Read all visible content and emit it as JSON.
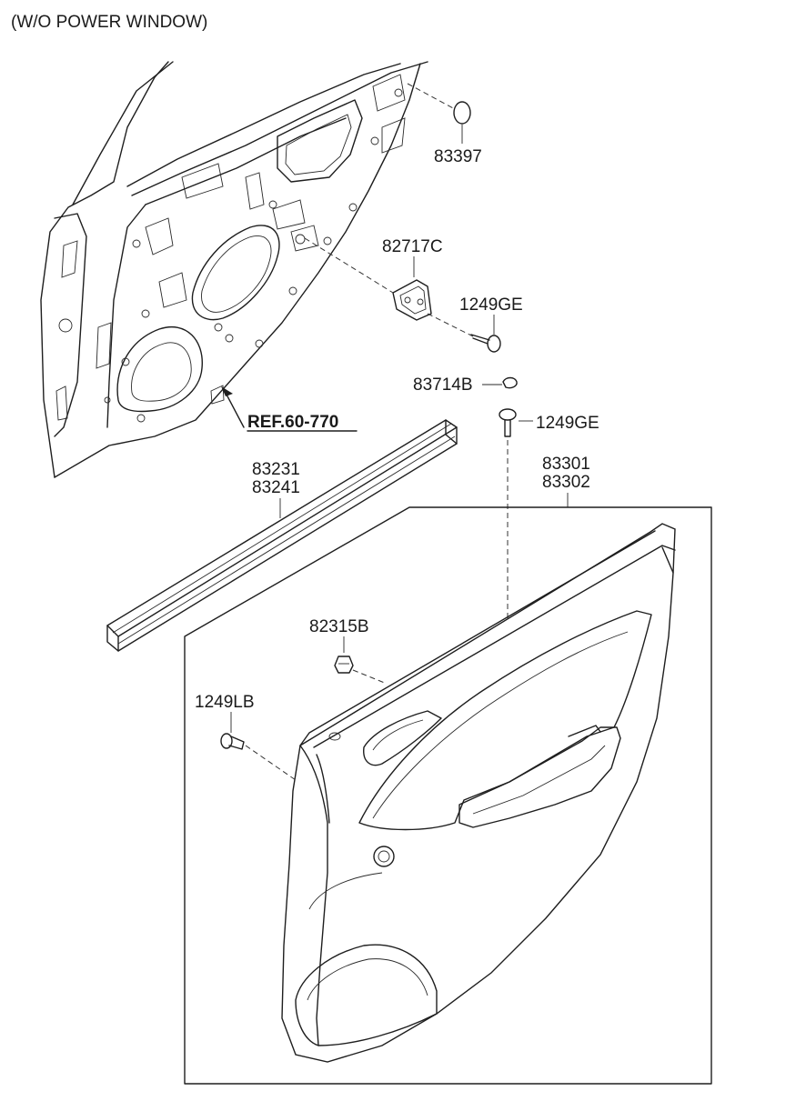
{
  "header": {
    "title": "(W/O POWER WINDOW)"
  },
  "ref": {
    "label": "REF.60-770"
  },
  "parts": {
    "p83397": "83397",
    "p82717c": "82717C",
    "p1249ge_a": "1249GE",
    "p83714b": "83714B",
    "p1249ge_b": "1249GE",
    "p83231": "83231",
    "p83241": "83241",
    "p83301": "83301",
    "p83302": "83302",
    "p82315b": "82315B",
    "p1249lb": "1249LB"
  }
}
